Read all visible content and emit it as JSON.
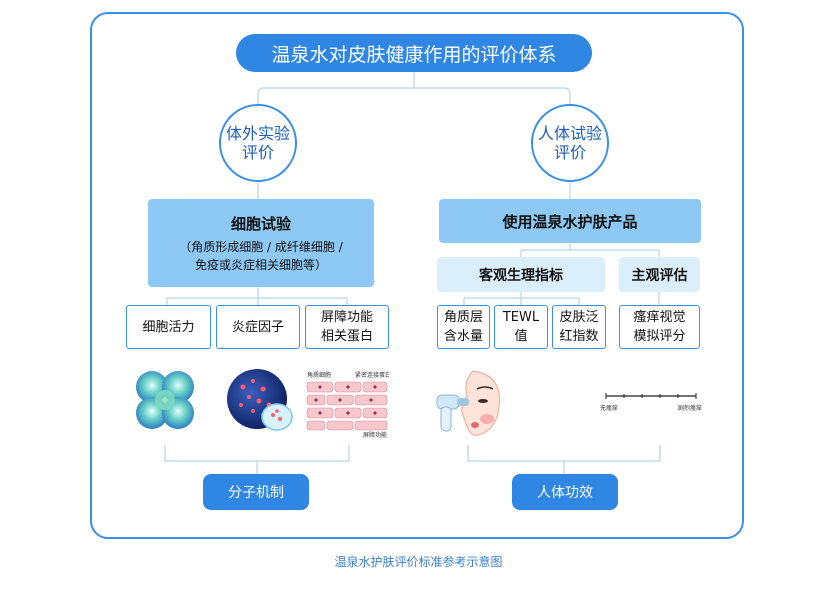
{
  "title": "温泉水对皮肤健康作用的评价体系",
  "left_branch": {
    "circle": [
      "体外实验",
      "评价"
    ],
    "main_box": {
      "title": "细胞试验",
      "desc": [
        "（角质形成细胞 / 成纤维细胞 /",
        "免疫或炎症相关细胞等）"
      ]
    },
    "items": [
      {
        "lines": [
          "细胞活力"
        ]
      },
      {
        "lines": [
          "炎症因子"
        ]
      },
      {
        "lines": [
          "屏障功能",
          "相关蛋白"
        ]
      }
    ],
    "image_labels": {
      "a": "角质细胞",
      "b": "紧密连接蛋白",
      "c": "屏障功能"
    },
    "bottom_label": "分子机制"
  },
  "right_branch": {
    "circle": [
      "人体试验",
      "评价"
    ],
    "main_box": {
      "title": "使用温泉水护肤产品"
    },
    "sub_boxes": {
      "objective": "客观生理指标",
      "subjective": "主观评估"
    },
    "objective_items": [
      {
        "lines": [
          "角质层",
          "含水量"
        ]
      },
      {
        "lines": [
          "TEWL",
          "值"
        ]
      },
      {
        "lines": [
          "皮肤泛",
          "红指数"
        ]
      }
    ],
    "subjective_items": [
      {
        "lines": [
          "瘙痒视觉",
          "模拟评分"
        ]
      }
    ],
    "scale_labels": {
      "left": "无瘙痒",
      "right": "剧烈瘙痒"
    },
    "bottom_label": "人体功效"
  },
  "caption": "温泉水护肤评价标准参考示意图",
  "colors": {
    "accent": "#2f86e3",
    "box": "#8ec9f5",
    "light": "#dbeefb"
  }
}
